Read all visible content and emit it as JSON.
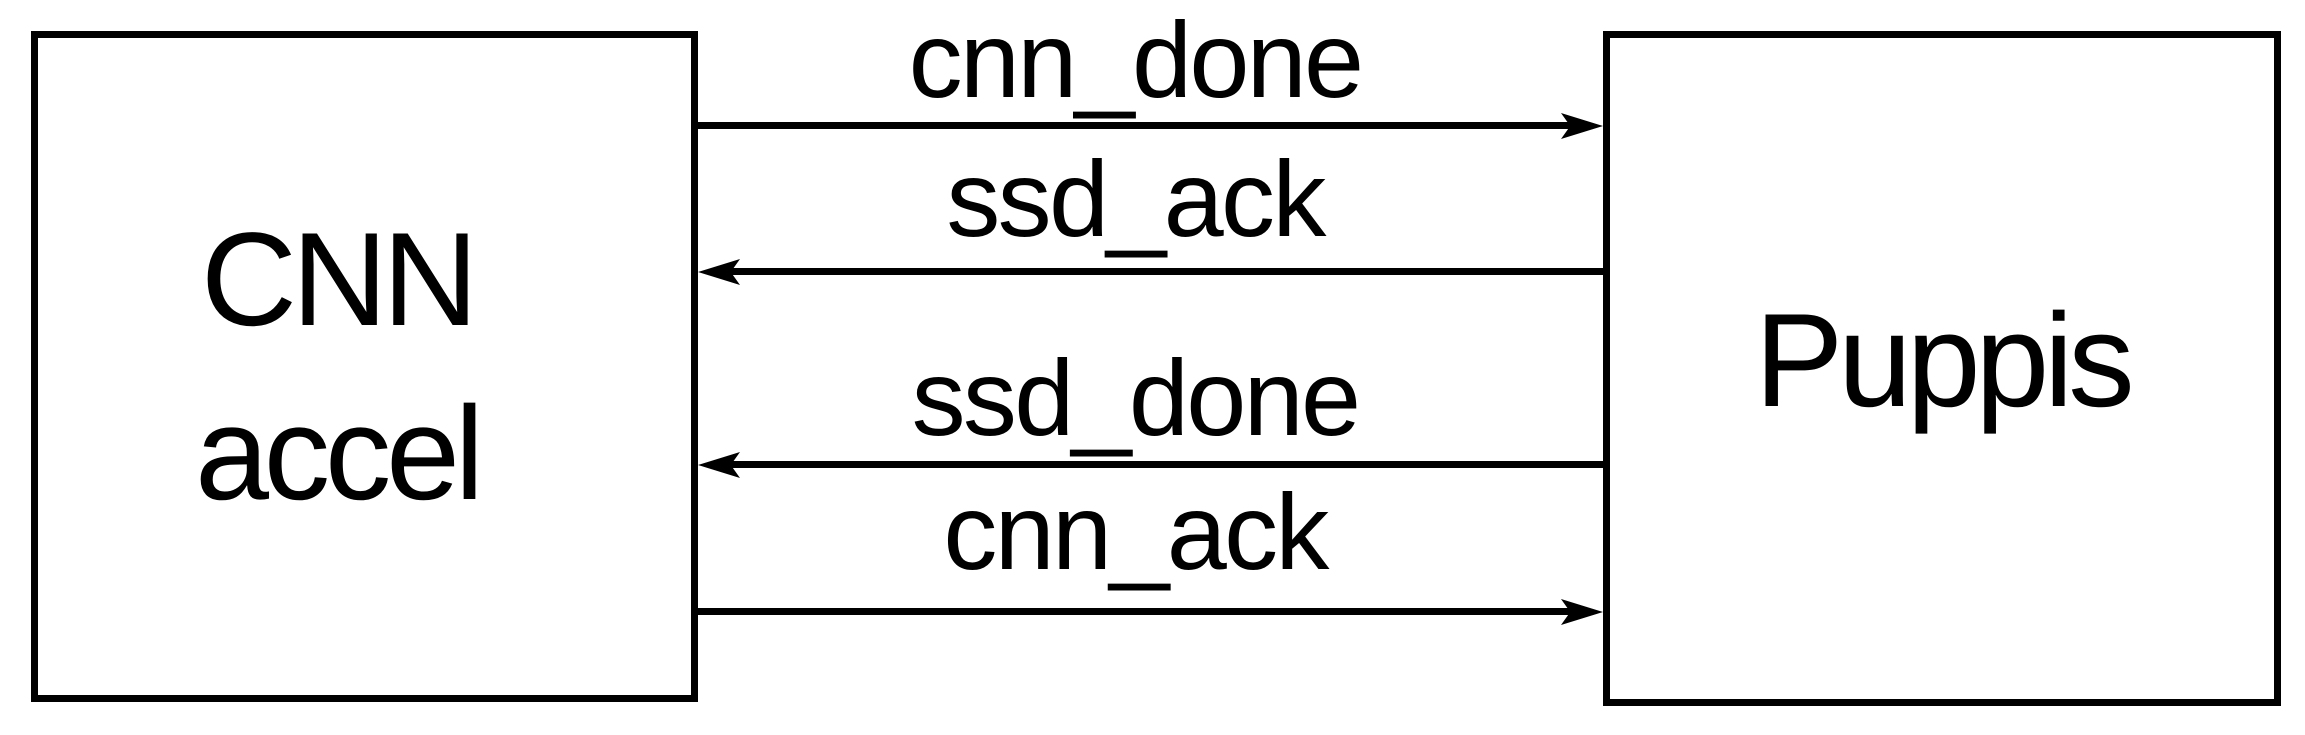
{
  "diagram": {
    "background_color": "#ffffff",
    "line_color": "#000000",
    "blocks": [
      {
        "id": "cnn-accel",
        "label_line1": "CNN",
        "label_line2": "accel"
      },
      {
        "id": "puppis",
        "label_line1": "Puppis"
      }
    ],
    "signals": [
      {
        "name": "cnn_done",
        "from": "cnn-accel",
        "to": "puppis",
        "direction": "right"
      },
      {
        "name": "ssd_ack",
        "from": "puppis",
        "to": "cnn-accel",
        "direction": "left"
      },
      {
        "name": "ssd_done",
        "from": "puppis",
        "to": "cnn-accel",
        "direction": "left"
      },
      {
        "name": "cnn_ack",
        "from": "cnn-accel",
        "to": "puppis",
        "direction": "right"
      }
    ]
  }
}
